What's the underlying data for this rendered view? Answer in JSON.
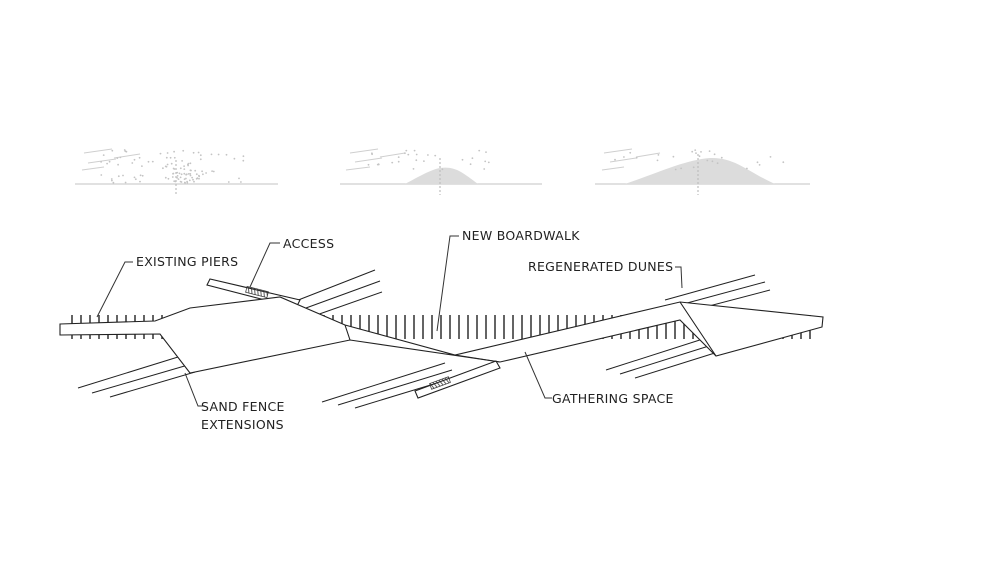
{
  "labels": {
    "existing_piers": "EXISTING PIERS",
    "access": "ACCESS",
    "new_boardwalk": "NEW BOARDWALK",
    "regenerated_dunes": "REGENERATED DUNES",
    "sand_fence_line1": "SAND FENCE",
    "sand_fence_line2": "EXTENSIONS",
    "gathering_space": "GATHERING SPACE"
  },
  "colors": {
    "ink": "#222222",
    "dune_fill": "#dcdcdc",
    "ground": "#cfcfcf"
  },
  "stages": [
    "sand-accumulation-start",
    "small-dune",
    "regenerated-dune"
  ]
}
